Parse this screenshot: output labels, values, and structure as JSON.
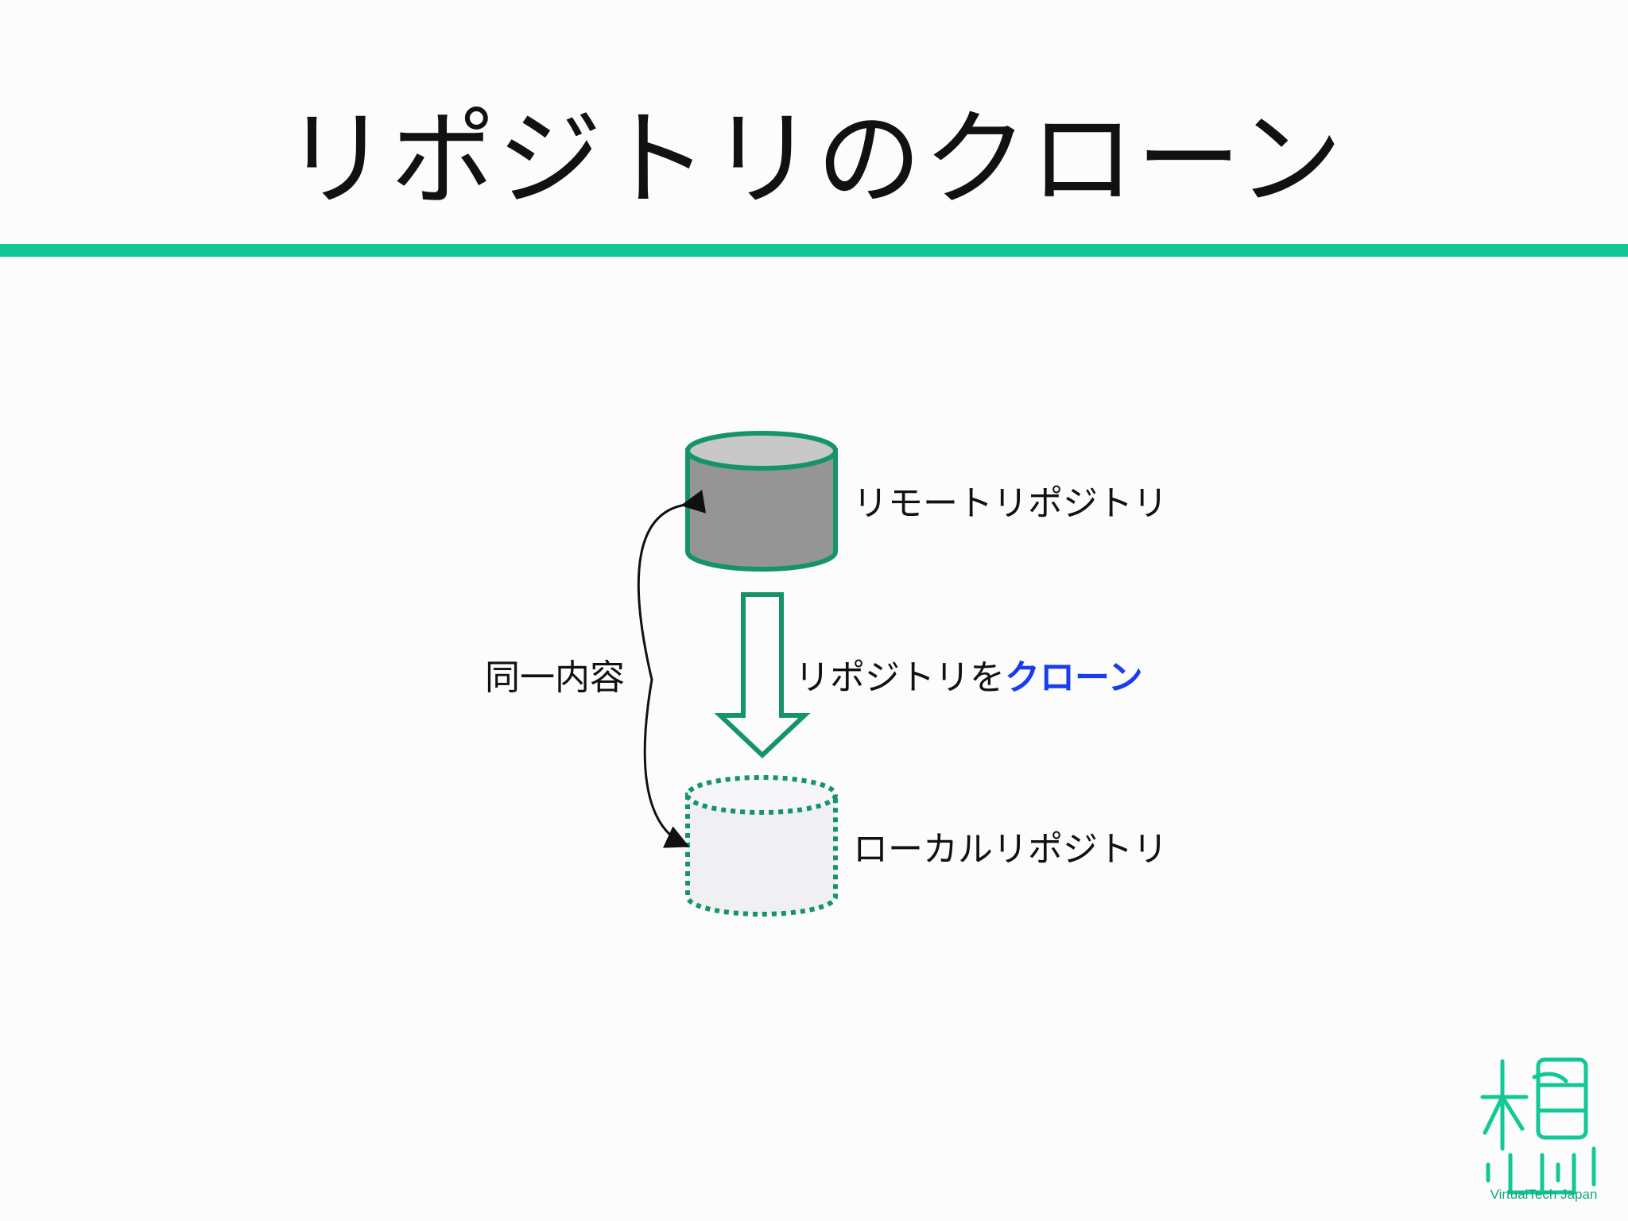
{
  "title": "リポジトリのクローン",
  "diagram": {
    "remote_label": "リモートリポジトリ",
    "clone_label_prefix": "リポジトリを",
    "clone_label_accent": "クローン",
    "local_label": "ローカルリポジトリ",
    "same_content_label": "同一内容"
  },
  "logo": {
    "text": "VirtualTech Japan"
  },
  "colors": {
    "accent_rule": "#12c896",
    "cylinder_stroke": "#15936b",
    "remote_fill": "#959595",
    "local_fill": "#f0f0f2",
    "clone_highlight": "#1a3cf0"
  }
}
